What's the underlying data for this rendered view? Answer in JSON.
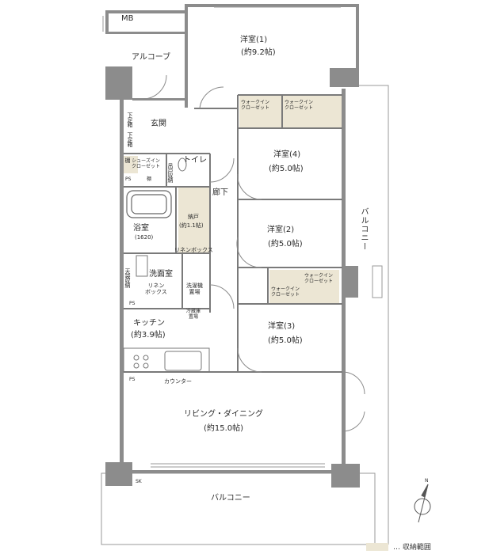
{
  "rooms": {
    "mb": "MB",
    "alcove": "アルコーブ",
    "western1": "洋室(1)",
    "western1_size": "(約9.2帖)",
    "wic1": "ウォークイン\nクローゼット",
    "wic2": "ウォークイン\nクローゼット",
    "western4": "洋室(4)",
    "western4_size": "(約5.0帖)",
    "entrance": "玄関",
    "shoe_shelf1": "下足箱",
    "shoe_shelf2": "下足箱",
    "shoes_in_closet": "シューズイン\nクローゼット",
    "shelf": "棚",
    "shelf2": "棚",
    "hanger": "吊戸収納",
    "ps1": "PS",
    "toilet": "トイレ",
    "corridor": "廊下",
    "bath": "浴室",
    "bath_size": "(1620)",
    "storage": "納戸",
    "storage_size": "(約1.1帖)",
    "linen_box": "リネンボックス",
    "western2": "洋室(2)",
    "western2_size": "(約5.0帖)",
    "balcony_side": "バルコニー",
    "washroom": "洗面室",
    "linen_box2": "リネン\nボックス",
    "washer": "洗濯機\n置場",
    "wall_storage": "天袋収納",
    "ps2": "PS",
    "fridge": "冷蔵庫\n置場",
    "wic3": "ウォークイン\nクローゼット",
    "wic4": "ウォークイン\nクローゼット",
    "kitchen": "キッチン",
    "kitchen_size": "(約3.9帖)",
    "western3": "洋室(3)",
    "western3_size": "(約5.0帖)",
    "ps3": "PS",
    "counter": "カウンター",
    "living": "リビング・ダイニング",
    "living_size": "(約15.0帖)",
    "sk": "SK",
    "balcony_bottom": "バルコニー"
  },
  "compass": {
    "north": "N"
  },
  "legend": {
    "text": "… 収納範囲",
    "storage_color": "#ece6d4"
  },
  "colors": {
    "wall": "#8c8c8c",
    "wall_dark": "#6e6e6e",
    "storage": "#ece6d4",
    "line": "#7a7a7a"
  }
}
